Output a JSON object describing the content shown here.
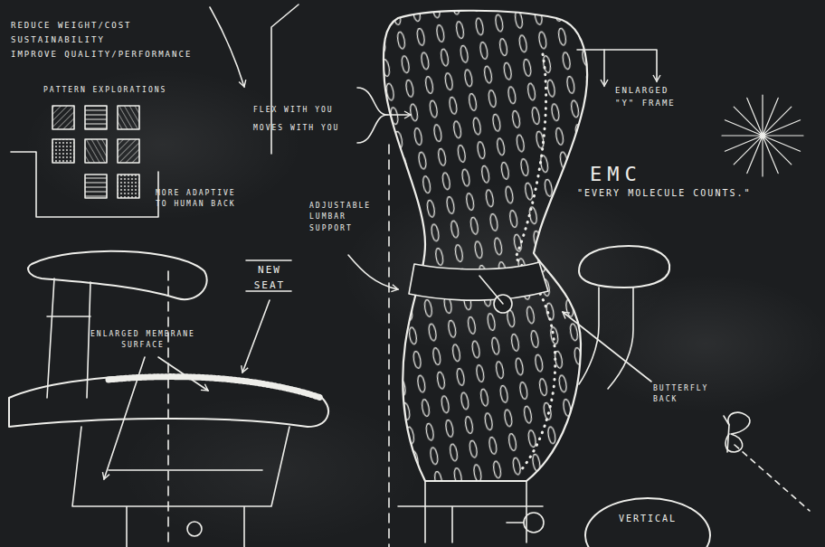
{
  "diagram": {
    "nodes": [
      {
        "text": [
          "VERTICAL"
        ]
      }
    ],
    "labels": [
      "REDUCE WEIGHT/COST",
      "SUSTAINABILITY",
      "IMPROVE QUALITY/PERFORMANCE",
      "PATTERN EXPLORATIONS",
      "MORE ADAPTIVE TO HUMAN BACK",
      "FLEX WITH YOU",
      "MOVES WITH YOU",
      "ADJUSTABLE LUMBAR SUPPORT",
      "NEW SEAT",
      "ENLARGED MEMBRANE SURFACE",
      "ENLARGED \"Y\" FRAME",
      "EMC",
      "\"EVERY MOLECULE COUNTS.\"",
      "BUTTERFLY BACK"
    ]
  }
}
